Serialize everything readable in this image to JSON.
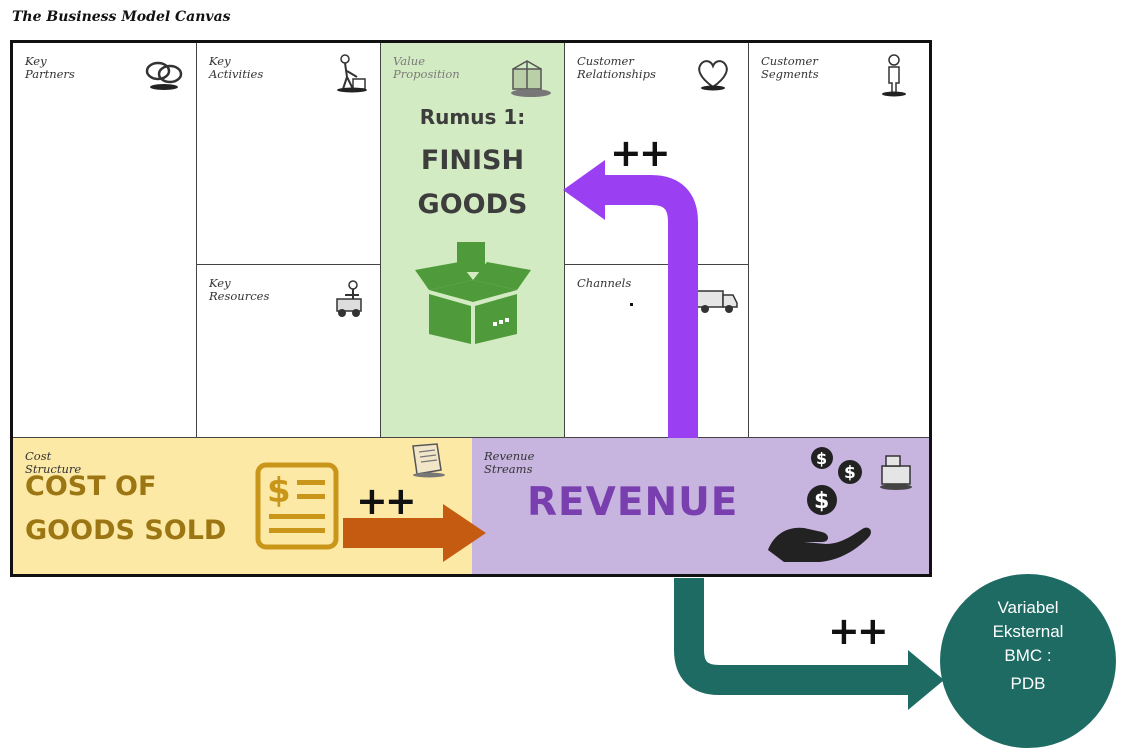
{
  "title": "The Business Model Canvas",
  "cells": {
    "key_partners": "Key\nPartners",
    "key_activities": "Key\nActivities",
    "key_resources": "Key\nResources",
    "value_proposition": "Value\nProposition",
    "customer_relationships": "Customer\nRelationships",
    "channels": "Channels",
    "customer_segments": "Customer\nSegments",
    "cost_structure": "Cost\nStructure",
    "revenue_streams": "Revenue\nStreams"
  },
  "value_proposition_overlay": {
    "line1": "Rumus 1:",
    "line2": "FINISH",
    "line3": "GOODS"
  },
  "cost_overlay": {
    "line1": "COST OF",
    "line2": "GOODS SOLD"
  },
  "revenue_overlay": "REVENUE",
  "plus_labels": {
    "top": "++",
    "middle": "++",
    "bottom": "++"
  },
  "external_variable": {
    "line1": "Variabel",
    "line2": "Eksternal",
    "line3": "BMC :",
    "line4": "PDB"
  },
  "colors": {
    "value_bg": "#d3ebc2",
    "cost_bg": "#fde9a6",
    "revenue_bg": "#c7b5df",
    "purple_arrow": "#9b3ff3",
    "orange_arrow": "#c55a11",
    "teal_arrow": "#1e6b63",
    "box_green": "#4f9a3a"
  },
  "icons": [
    "chain-links-icon",
    "worker-icon",
    "gift-box-icon",
    "heart-icon",
    "person-icon",
    "forklift-icon",
    "truck-icon",
    "receipt-icon",
    "cash-register-icon",
    "open-box-icon",
    "invoice-icon",
    "money-hand-icon"
  ]
}
